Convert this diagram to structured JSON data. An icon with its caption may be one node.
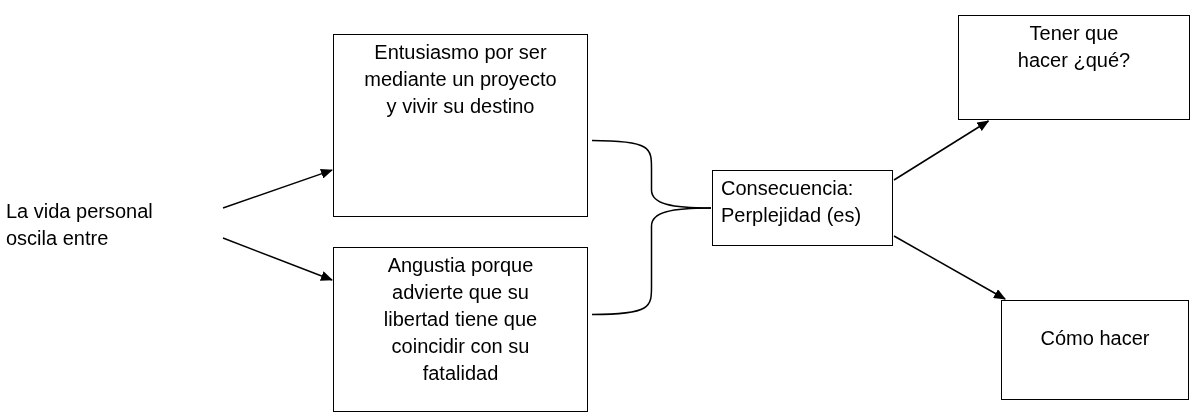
{
  "diagram": {
    "nodes": [
      {
        "text": [
          "La vida personal oscila entre"
        ]
      },
      {
        "text": [
          "Entusiasmo por ser mediante un proyecto y vivir su destino"
        ]
      },
      {
        "text": [
          "Angustia porque advierte que su libertad tiene que coincidir con su fatalidad"
        ]
      },
      {
        "text": [
          "Consecuencia: Perplejidad (es)"
        ]
      },
      {
        "text": [
          "Tener que hacer ¿qué?"
        ]
      },
      {
        "text": [
          "Cómo hacer"
        ]
      }
    ],
    "edges": [
      {
        "from": 0,
        "to": 1,
        "arrow": "to"
      },
      {
        "from": 0,
        "to": 2,
        "arrow": "to"
      },
      {
        "from": 1,
        "to": 3,
        "arrow": "none"
      },
      {
        "from": 2,
        "to": 3,
        "arrow": "none"
      },
      {
        "from": 3,
        "to": 4,
        "arrow": "to"
      },
      {
        "from": 3,
        "to": 5,
        "arrow": "to"
      }
    ]
  }
}
